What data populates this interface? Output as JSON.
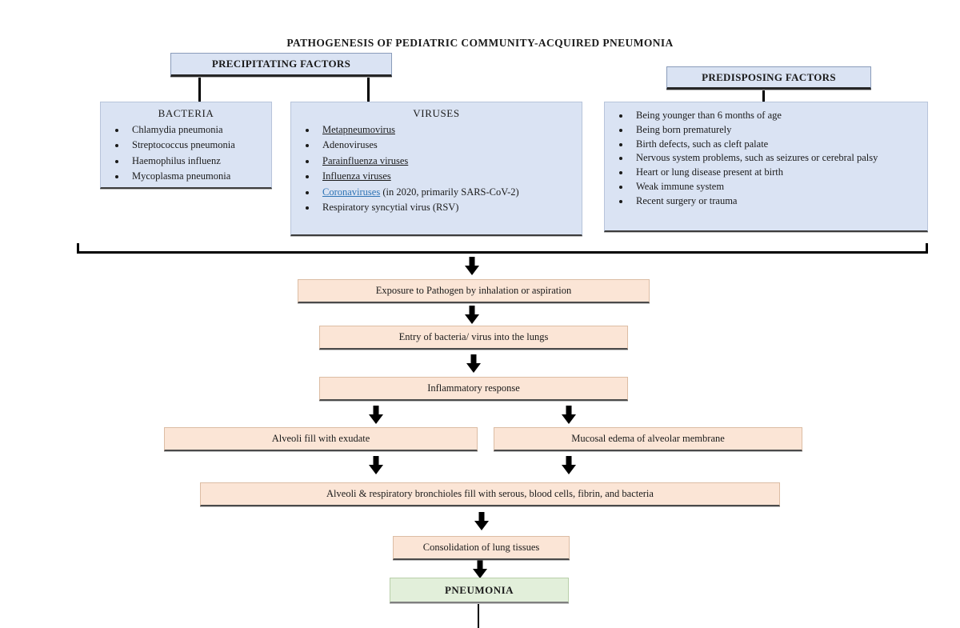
{
  "title": "PATHOGENESIS OF PEDIATRIC COMMUNITY-ACQUIRED PNEUMONIA",
  "headers": {
    "precipitating": "PRECIPITATING FACTORS",
    "predisposing": "PREDISPOSING FACTORS"
  },
  "bacteria": {
    "heading": "BACTERIA",
    "items": [
      "Chlamydia pneumonia",
      "Streptococcus pneumonia",
      "Haemophilus influenz",
      "Mycoplasma pneumonia"
    ]
  },
  "viruses": {
    "heading": "VIRUSES",
    "items": [
      {
        "text": "Metapneumovirus",
        "underline": true
      },
      {
        "text": "Adenoviruses",
        "underline": false
      },
      {
        "text": "Parainfluenza viruses",
        "underline": true
      },
      {
        "text": "Influenza viruses",
        "underline": true
      },
      {
        "text": "Coronaviruses",
        "underline": true,
        "link": true,
        "suffix": " (in 2020, primarily SARS-CoV-2)"
      },
      {
        "text": "Respiratory syncytial virus (RSV)",
        "underline": false
      }
    ]
  },
  "predisposing": {
    "items": [
      "Being younger than 6 months of age",
      "Being born prematurely",
      "Birth defects, such as cleft palate",
      "Nervous system problems, such as seizures or cerebral palsy",
      "Heart or lung disease present at birth",
      "Weak immune system",
      "Recent surgery or trauma"
    ]
  },
  "flow": {
    "exposure": "Exposure to Pathogen by inhalation or aspiration",
    "entry": "Entry of bacteria/ virus into the lungs",
    "inflammatory": "Inflammatory response",
    "alveoli_exudate": "Alveoli fill with exudate",
    "mucosal_edema": "Mucosal edema of alveolar membrane",
    "bronchioles": "Alveoli & respiratory bronchioles fill with serous, blood cells, fibrin, and bacteria",
    "consolidation": "Consolidation of lung tissues",
    "pneumonia": "PNEUMONIA"
  },
  "colors": {
    "blue_fill": "#dae3f3",
    "peach_fill": "#fbe5d6",
    "green_fill": "#e2efda",
    "link_blue": "#2e74b5",
    "connector_black": "#000000"
  }
}
